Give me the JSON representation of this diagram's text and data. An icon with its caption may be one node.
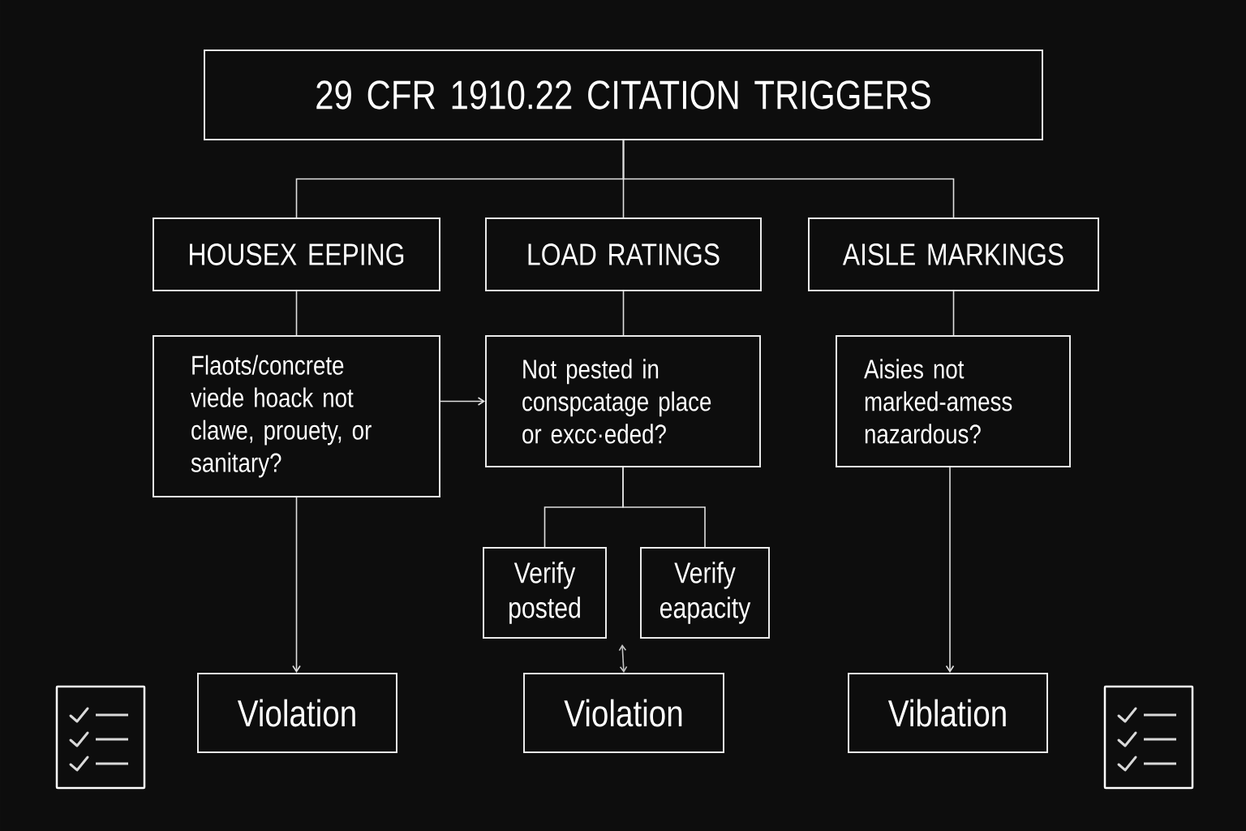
{
  "diagram": {
    "nodes": [
      {
        "text": [
          "29 CFR 1910.22 CITATION TRIGGERS"
        ]
      },
      {
        "text": [
          "HOUSEX EEPING"
        ]
      },
      {
        "text": [
          "LOAD RATINGS"
        ]
      },
      {
        "text": [
          "AISLE MARKINGS"
        ]
      },
      {
        "text": [
          "Flaots/concrete viede hoack not clawe, prouety, or sanitary?"
        ]
      },
      {
        "text": [
          "Not pested in conspcatage place or excc·eded?"
        ]
      },
      {
        "text": [
          "Aisies not marked-amess nazardous?"
        ]
      },
      {
        "text": [
          "Verify posted"
        ]
      },
      {
        "text": [
          "Verify eapacity"
        ]
      },
      {
        "text": [
          "Violation"
        ]
      },
      {
        "text": [
          "Violation"
        ]
      },
      {
        "text": [
          "Viblation"
        ]
      }
    ],
    "edges": [
      {
        "from": 0,
        "to": 1,
        "arrow": "none"
      },
      {
        "from": 0,
        "to": 2,
        "arrow": "none"
      },
      {
        "from": 0,
        "to": 3,
        "arrow": "none"
      },
      {
        "from": 1,
        "to": 4,
        "arrow": "none"
      },
      {
        "from": 2,
        "to": 5,
        "arrow": "none"
      },
      {
        "from": 3,
        "to": 6,
        "arrow": "none"
      },
      {
        "from": 4,
        "to": 5,
        "arrow": "to"
      },
      {
        "from": 5,
        "to": 7,
        "arrow": "none"
      },
      {
        "from": 5,
        "to": 8,
        "arrow": "none"
      },
      {
        "from": 4,
        "to": 9,
        "arrow": "to"
      },
      {
        "from": 6,
        "to": 11,
        "arrow": "to"
      },
      {
        "from": null,
        "to": 10,
        "arrow": "both",
        "color": "#c4c4c4"
      }
    ]
  }
}
